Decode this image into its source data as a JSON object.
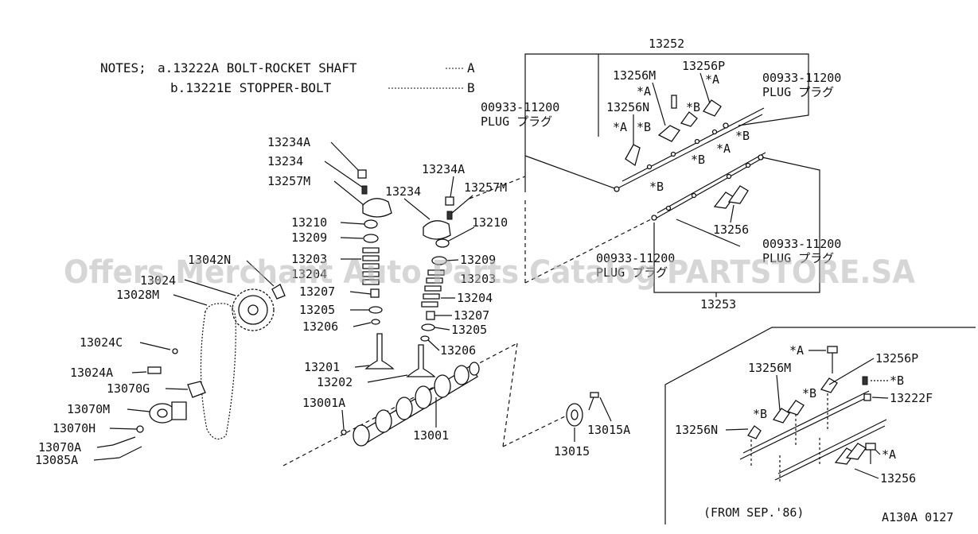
{
  "notes": {
    "heading": "NOTES;",
    "a": "a.13222A BOLT-ROCKET SHAFT",
    "a_ref": "A",
    "b": "b.13221E STOPPER-BOLT",
    "b_ref": "B"
  },
  "labels": {
    "l13252": "13252",
    "l13256M_top": "13256M",
    "l13256P_top": "13256P",
    "l13256N_top": "13256N",
    "starA_1": "*A",
    "starA_2": "*A",
    "starA_3": "*A",
    "starA_4": "*A",
    "starB_1": "*B",
    "starB_2": "*B",
    "starB_3": "*B",
    "starB_4": "*B",
    "starB_5": "*B",
    "plug1_num": "00933-11200",
    "plug1_txt": "PLUG プラグ",
    "plug2_num": "00933-11200",
    "plug2_txt": "PLUG プラグ",
    "plug3_num": "00933-11200",
    "plug3_txt": "PLUG プラグ",
    "plug4_num": "00933-11200",
    "plug4_txt": "PLUG プラグ",
    "l13256_top": "13256",
    "l13253": "13253",
    "l13234A_l": "13234A",
    "l13234_l": "13234",
    "l13257M_l": "13257M",
    "l13210_l": "13210",
    "l13209_l": "13209",
    "l13203_l": "13203",
    "l13204_l": "13204",
    "l13207_l": "13207",
    "l13205_l": "13205",
    "l13206_l": "13206",
    "l13201": "13201",
    "l13202": "13202",
    "l13234A_r": "13234A",
    "l13234_r": "13234",
    "l13257M_r": "13257M",
    "l13210_r": "13210",
    "l13209_r": "13209",
    "l13203_r": "13203",
    "l13204_r": "13204",
    "l13207_r": "13207",
    "l13205_r": "13205",
    "l13206_r": "13206",
    "l13001A": "13001A",
    "l13001": "13001",
    "l13015": "13015",
    "l13015A": "13015A",
    "l13042N": "13042N",
    "l13024": "13024",
    "l13028M": "13028M",
    "l13024C": "13024C",
    "l13024A": "13024A",
    "l13070G": "13070G",
    "l13070M": "13070M",
    "l13070H": "13070H",
    "l13070A": "13070A",
    "l13085A": "13085A",
    "inset_starA_1": "*A",
    "inset_13256P": "13256P",
    "inset_13256M": "13256M",
    "inset_starB_1": "*B",
    "inset_starB_2": "*B",
    "inset_starB_3": "*B",
    "inset_13222F": "13222F",
    "inset_13256N": "13256N",
    "inset_starA_2": "*A",
    "inset_13256": "13256",
    "inset_caption": "(FROM SEP.'86)",
    "diagram_code": "A130A 0127"
  },
  "watermark": "Offers Merchant Auto Parts Catalog PARTSTORE.SA",
  "colors": {
    "ink": "#111111",
    "paper": "#ffffff",
    "watermark": "#b5b5b5"
  }
}
